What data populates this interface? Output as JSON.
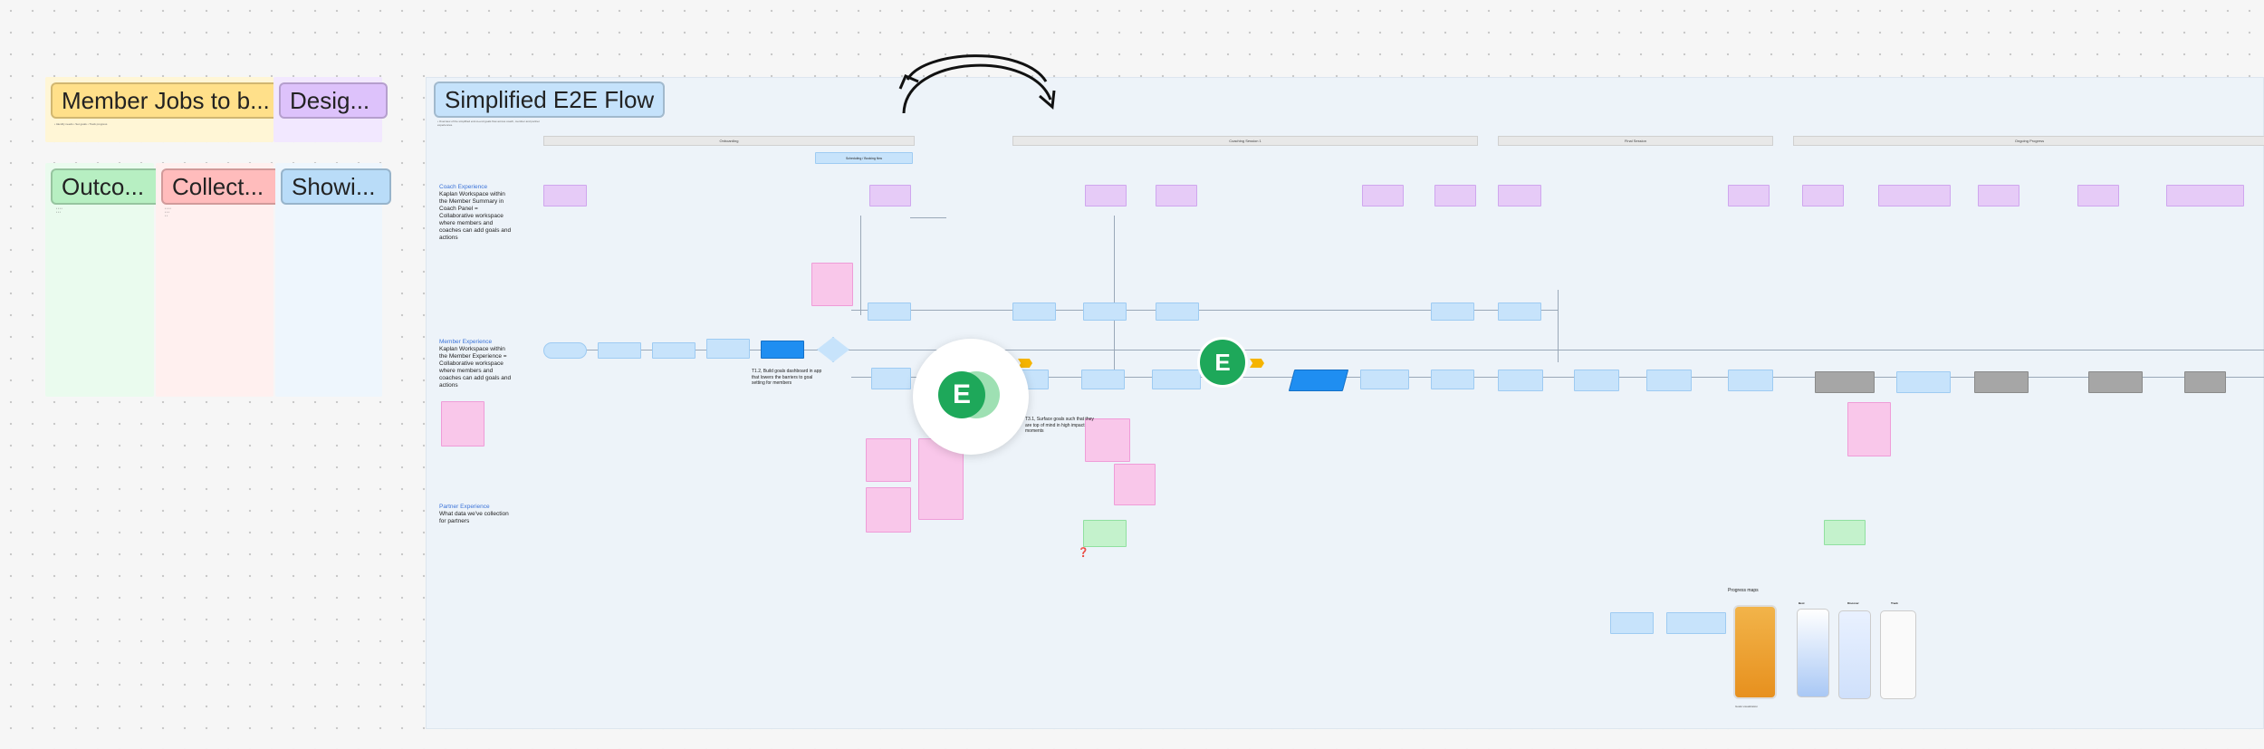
{
  "sections": {
    "member_jobs": {
      "title": "Member Jobs to b...",
      "color": "#ffe9a6"
    },
    "design": {
      "title": "Desig...",
      "color": "#e9d6ff"
    },
    "outcomes": {
      "title": "Outco...",
      "color": "#c7f3cf"
    },
    "collect": {
      "title": "Collect...",
      "color": "#ffc6c6"
    },
    "showing": {
      "title": "Showi...",
      "color": "#c8e4fb"
    }
  },
  "flow": {
    "title": "Simplified E2E Flow",
    "phases": [
      "Onboarding",
      "Coaching Session 1",
      "Final Session",
      "Ongoing Progress"
    ],
    "tag": "Scheduling / Booking flow"
  },
  "lanes": {
    "coach": {
      "heading": "Coach Experience",
      "desc": "Kaplan Workspace within the Member Summary in Coach Panel = Collaborative workspace where members and coaches can add goals and actions"
    },
    "member": {
      "heading": "Member Experience",
      "desc": "Kaplan Workspace within the Member Experience = Collaborative workspace where members and coaches can add goals and actions"
    },
    "partner": {
      "heading": "Partner Experience",
      "desc": "What data we've collection for partners"
    }
  },
  "annotations": {
    "goals_dashboard": "T1.2, Build goals dashboard in app that lowers the barriers to goal setting for members",
    "focus_goals": "T3.1, Surface goals such that they are top of mind in high impact moments"
  },
  "progress_maps": {
    "title": "Progress maps",
    "captions": [
      "Goals visualization",
      "Best",
      "Discover",
      "Track"
    ]
  },
  "avatars": {
    "letter": "E"
  },
  "colors": {
    "avatar": "#1ea85a",
    "accent_blue": "#1f8ef1"
  }
}
